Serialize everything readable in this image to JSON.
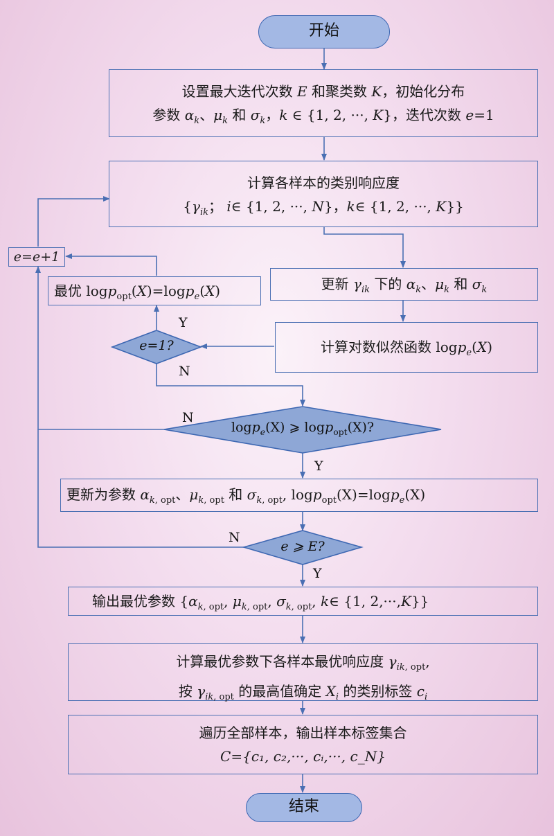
{
  "start": "开始",
  "end": "结束",
  "init": {
    "line1_a": "设置最大迭代次数",
    "line1_E": "E",
    "line1_b": "和聚类数",
    "line1_K": "K",
    "line1_c": "，初始化分布",
    "line2_a": "参数",
    "line2_b": "、",
    "line2_c": "、",
    "line2_d": "和",
    "line2_e": "，",
    "line2_f": "∈ {1, 2, ···,",
    "line2_g": "}，迭代次数",
    "line2_h": "=1"
  },
  "resp": {
    "line1": "计算各样本的类别响应度",
    "line2_a": "{",
    "line2_b": "；",
    "line2_c": "∈ {1, 2, ···,",
    "line2_d": "}，",
    "line2_e": "∈ {1, 2, ···,",
    "line2_f": "}}"
  },
  "update": {
    "a": "更新",
    "b": "下的",
    "c": "、",
    "d": "和"
  },
  "loglik": {
    "a": "计算对数似然函数 log"
  },
  "best": {
    "a": "最优 log"
  },
  "incr": {
    "text": "e=e+1"
  },
  "dec1": {
    "text": "e=1?"
  },
  "dec2": {
    "a": "log",
    "b": "(X) ⩾ log",
    "c": "(X)?"
  },
  "upd_opt": {
    "a": "更新为参数",
    "b": "、",
    "c": "和",
    "d": ", log",
    "e": "(X)=log",
    "f": "(X)"
  },
  "dec3": {
    "text": "e ⩾ E?"
  },
  "output": {
    "a": "输出最优参数 {",
    "b": "∈ {1, 2,···,",
    "c": "}}"
  },
  "final_resp": {
    "line1_a": "计算最优参数下各样本最优响应度",
    "line1_b": ",",
    "line2_a": "按",
    "line2_b": "的最高值确定",
    "line2_c": "的类别标签"
  },
  "traverse": {
    "line1": "遍历全部样本，输出样本标签集合",
    "line2": "C={c₁, c₂,···, cᵢ,···, c_N}"
  },
  "labels": {
    "yes": "Y",
    "no": "N"
  },
  "colors": {
    "line": "#4a6fb3",
    "terminal_fill": "#a3b8e4",
    "diamond_fill": "#8ea7d6"
  }
}
